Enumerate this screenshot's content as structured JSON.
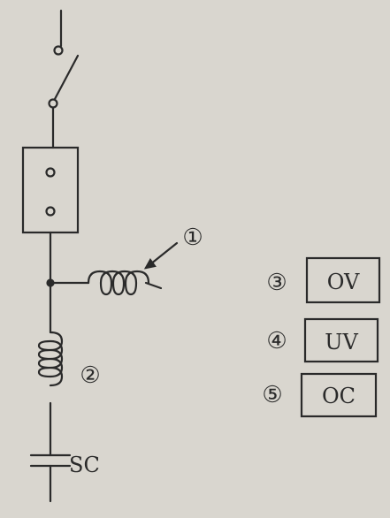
{
  "labels": {
    "marker_1": "①",
    "marker_2": "②",
    "capacitor": "SC"
  },
  "relays": [
    {
      "marker": "③",
      "code": "OV"
    },
    {
      "marker": "④",
      "code": "UV"
    },
    {
      "marker": "⑤",
      "code": "OC"
    }
  ],
  "colors": {
    "paper": "#d9d6cf",
    "ink": "#2a2a2a"
  }
}
